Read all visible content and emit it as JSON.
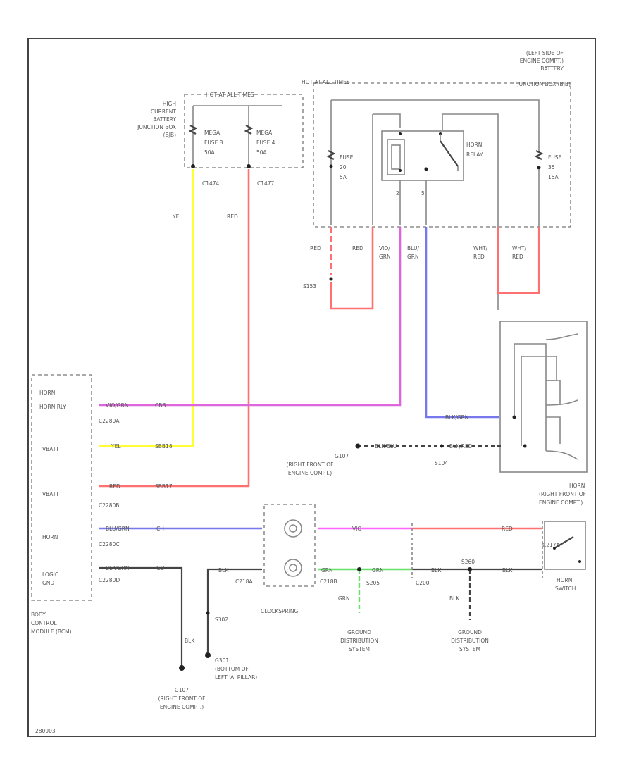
{
  "labels": {
    "left_side_compt": [
      "(LEFT SIDE OF",
      "ENGINE COMPT.)",
      "BATTERY",
      "JUNCTION BOX (BJB)"
    ],
    "hot_at_all_times_right": "HOT AT ALL TIMES",
    "hot_at_all_times_left": "HOT AT ALL TIMES",
    "high_current_bjb": [
      "HIGH",
      "CURRENT",
      "BATTERY",
      "JUNCTION BOX",
      "(BJB)"
    ],
    "mega_fuse_8": [
      "MEGA",
      "FUSE 8",
      "50A"
    ],
    "mega_fuse_4": [
      "MEGA",
      "FUSE 4",
      "50A"
    ],
    "c1474": "C1474",
    "c1477": "C1477",
    "fuse_20": [
      "FUSE",
      "20",
      "5A"
    ],
    "fuse_35": [
      "FUSE",
      "35",
      "15A"
    ],
    "horn_relay": [
      "HORN",
      "RELAY"
    ],
    "pin2": "2",
    "pin5": "5",
    "wire_yel_top": "YEL",
    "wire_red_top": "RED",
    "wire_red_a": "RED",
    "wire_red_b": "RED",
    "wire_vio_grn": [
      "VIO/",
      "GRN"
    ],
    "wire_blu_grn": [
      "BLU/",
      "GRN"
    ],
    "wire_wht_red_a": [
      "WHT/",
      "RED"
    ],
    "wire_wht_red_b": [
      "WHT/",
      "RED"
    ],
    "s153": "S153",
    "bcm_horn": "HORN",
    "bcm_horn_relay": "HORN RLY",
    "c2280a": "C2280A",
    "bcm_vbatt1": "VBATT",
    "bcm_vbatt2": "VBATT",
    "c2280b": "C2280B",
    "bcm_horn2": "HORN",
    "c2280c": "C2280C",
    "bcm_logic_gnd": [
      "LOGIC",
      "GND"
    ],
    "c2280d": "C2280D",
    "bcm_name": [
      "BODY",
      "CONTROL",
      "MODULE (BCM)"
    ],
    "w_vio_grn": "VIO/GRN",
    "w_cbb": "CBB",
    "w_yel": "YEL",
    "w_sbb18": "SBB18",
    "w_red": "RED",
    "w_sbb17": "SBB17",
    "w_blu_grn": "BLU/GRN",
    "w_ch": "CH",
    "w_blk_grn": "BLK/GRN",
    "w_gd": "GD",
    "w_blk_grn2": "BLK/GRN",
    "w_blk_blu": "BLK/BLU",
    "w_blk_red": "BLK/RED",
    "s104": "S104",
    "g107_top": "G107",
    "g107_top_loc": [
      "(RIGHT FRONT OF",
      "ENGINE COMPT.)"
    ],
    "horn_loc": [
      "HORN",
      "(RIGHT FRONT OF",
      "ENGINE COMPT.)"
    ],
    "w_vio": "VIO",
    "w_red2": "RED",
    "c217a": "C217A",
    "w_blk": "BLK",
    "c218a": "C218A",
    "c218b": "C218B",
    "w_grn": "GRN",
    "w_grn2": "GRN",
    "s205": "S205",
    "c200": "C200",
    "w_blk2": "BLK",
    "w_blk3": "BLK",
    "s260": "S260",
    "horn_switch": [
      "HORN",
      "SWITCH"
    ],
    "clockspring": "CLOCKSPRING",
    "s302": "S302",
    "w_blk_v": "BLK",
    "g301": [
      "G301",
      "(BOTTOM OF",
      "LEFT 'A' PILLAR)"
    ],
    "w_grn_v": "GRN",
    "w_blk_v2": "BLK",
    "ground_dist_1": [
      "GROUND",
      "DISTRIBUTION",
      "SYSTEM"
    ],
    "ground_dist_2": [
      "GROUND",
      "DISTRIBUTION",
      "SYSTEM"
    ],
    "g107_bottom": [
      "G107",
      "(RIGHT FRONT OF",
      "ENGINE COMPT.)"
    ],
    "figure_id": "280903"
  },
  "colors": {
    "yellow": "#ffff33",
    "red": "#ff7070",
    "violet": "#dd66dd",
    "blue": "#7777ee",
    "green": "#66e066",
    "pink": "#ff66ff",
    "black": "#444444"
  }
}
